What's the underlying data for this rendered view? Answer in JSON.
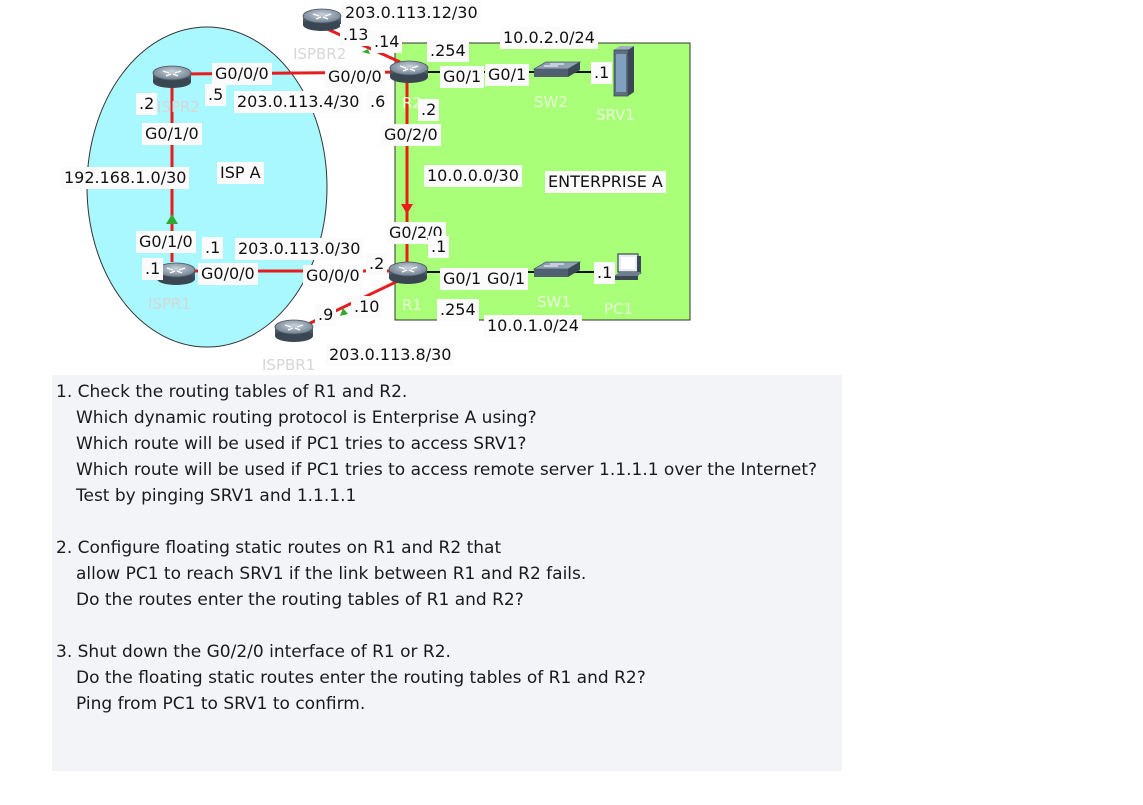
{
  "zones": {
    "isp": "ISP A",
    "enterprise": "ENTERPRISE A"
  },
  "devices": {
    "ispr2": "ISPR2",
    "ispr1": "ISPR1",
    "ispbr2": "ISPBR2",
    "ispbr1": "ISPBR1",
    "r2": "R2",
    "r1": "R1",
    "sw2": "SW2",
    "sw1": "SW1",
    "srv1": "SRV1",
    "pc1": "PC1"
  },
  "labels": {
    "ispbr2_net": "203.0.113.12/30",
    "ispbr2_host": ".13",
    "r2_to_ispbr2": ".14",
    "r2_lan_gw": ".254",
    "net_10_0_2": "10.0.2.0/24",
    "srv1_host": ".1",
    "ispr2_g000": "G0/0/0",
    "r2_g000": "G0/0/0",
    "r2_g01": "G0/1",
    "sw2_g01": "G0/1",
    "ispr2_dot2": ".2",
    "ispr2_dot5": ".5",
    "net_113_4": "203.0.113.4/30",
    "r2_dot6": ".6",
    "r2_dot2": ".2",
    "ispr2_g010": "G0/1/0",
    "r2_g020": "G0/2/0",
    "net_192": "192.168.1.0/30",
    "net_10_0_0": "10.0.0.0/30",
    "r1_g020": "G0/2/0",
    "r1_dot1": ".1",
    "ispr1_g010": "G0/1/0",
    "ispr1_dot1a": ".1",
    "net_113_0": "203.0.113.0/30",
    "ispr1_dot1b": ".1",
    "ispr1_g000": "G0/0/0",
    "r1_g000": "G0/0/0",
    "r1_dot2": ".2",
    "r1_g01": "G0/1",
    "sw1_g01": "G0/1",
    "pc1_host": ".1",
    "ispbr1_dot9": ".9",
    "r1_dot10": ".10",
    "r1_lan_gw": ".254",
    "net_10_0_1": "10.0.1.0/24",
    "net_113_8": "203.0.113.8/30"
  },
  "tasks": [
    "1. Check the routing tables of R1 and R2.",
    "    Which dynamic routing protocol is Enterprise A using?",
    "    Which route will be used if PC1 tries to access SRV1?",
    "    Which route will be used if PC1 tries to access remote server 1.1.1.1 over the Internet?",
    "    Test by pinging SRV1 and 1.1.1.1",
    "",
    "2. Configure floating static routes on R1 and R2 that",
    "    allow PC1 to reach SRV1 if the link between R1 and R2 fails.",
    "    Do the routes enter the routing tables of R1 and R2?",
    "",
    "3. Shut down the G0/2/0 interface of R1 or R2.",
    "    Do the floating static routes enter the routing tables of R1 and R2?",
    "    Ping from PC1 to SRV1 to confirm."
  ],
  "colors": {
    "isp_zone": "#aaf8ff",
    "enterprise_zone": "#aaff78",
    "link": "#e81c1c",
    "link_up": "#2faa2f",
    "panel": "#f3f4f8"
  },
  "icons": {
    "router": "router-icon",
    "switch": "switch-icon",
    "server": "server-icon",
    "pc": "pc-icon"
  }
}
